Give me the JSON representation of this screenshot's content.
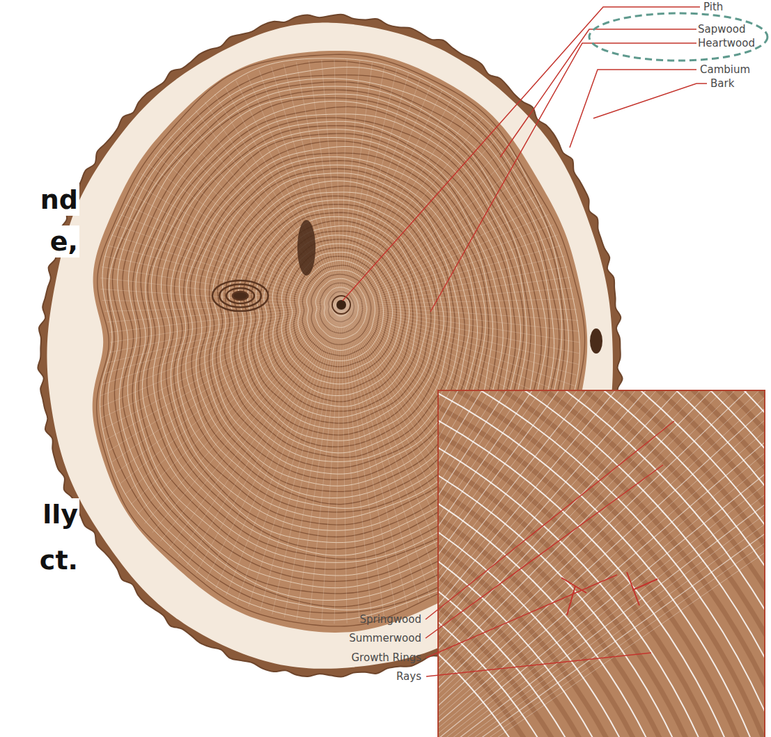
{
  "diagram": {
    "nodes": [
      {
        "text": [
          "Sapwood",
          "Heartwood"
        ]
      }
    ],
    "labels": [
      "Pith",
      "Cambium",
      "Bark",
      "nd",
      "e,",
      "Springwood",
      "Summerwood",
      "Growth Rings",
      "lly",
      "ct.",
      "Rays"
    ]
  }
}
